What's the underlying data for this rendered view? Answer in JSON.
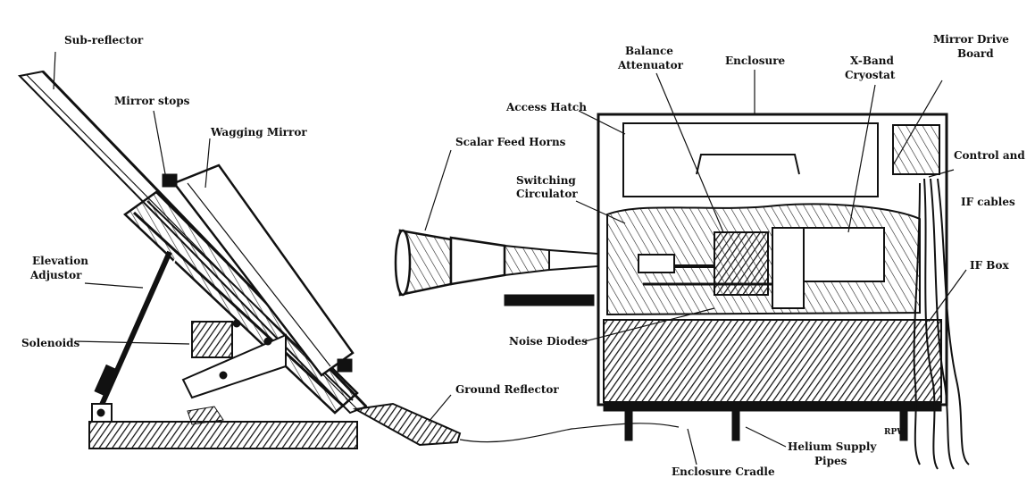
{
  "labels": {
    "sub_reflector": "Sub-reflector",
    "mirror_stops": "Mirror stops",
    "wagging_mirror": "Wagging Mirror",
    "elevation_adjustor_line1": "Elevation",
    "elevation_adjustor_line2": "Adjustor",
    "solenoids": "Solenoids",
    "ground_reflector": "Ground Reflector",
    "scalar_feed_horns": "Scalar Feed Horns",
    "access_hatch": "Access Hatch",
    "switching_circulator_line1": "Switching",
    "switching_circulator_line2": "Circulator",
    "balance_attenuator_line1": "Balance",
    "balance_attenuator_line2": "Attenuator",
    "enclosure": "Enclosure",
    "xband_cryostat_line1": "X-Band",
    "xband_cryostat_line2": "Cryostat",
    "mirror_drive_board_line1": "Mirror Drive",
    "mirror_drive_board_line2": "Board",
    "control_and": "Control and",
    "if_cables": "IF cables",
    "if_box": "IF Box",
    "noise_diodes": "Noise Diodes",
    "enclosure_cradle": "Enclosure Cradle",
    "helium_supply_line1": "Helium Supply",
    "helium_supply_line2": "Pipes",
    "signature": "RPW"
  }
}
